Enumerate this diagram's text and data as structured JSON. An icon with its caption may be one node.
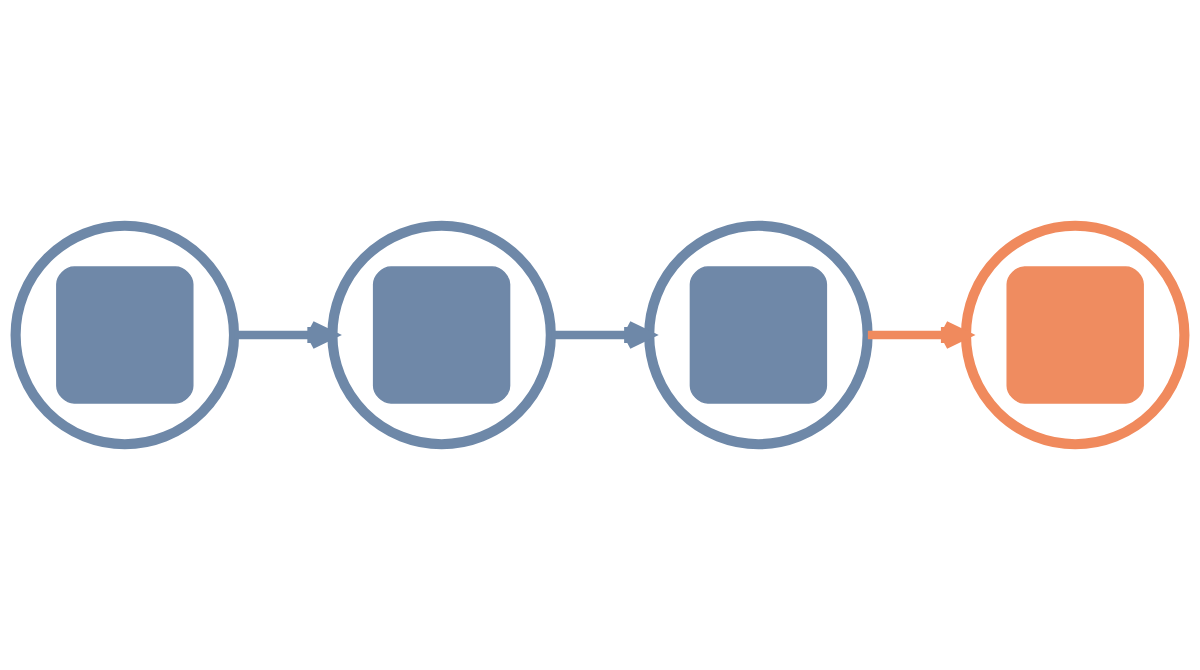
{
  "diagram": {
    "nodes": [
      {
        "text": [],
        "shape": "circle"
      },
      {
        "text": [],
        "shape": "circle"
      },
      {
        "text": [],
        "shape": "circle"
      },
      {
        "text": [],
        "shape": "circle"
      }
    ],
    "edges": [
      {
        "from": 0,
        "to": 1,
        "arrow": "to"
      },
      {
        "from": 1,
        "to": 2,
        "arrow": "to"
      },
      {
        "from": 2,
        "to": 3,
        "arrow": "to",
        "color": "#f08a5d"
      }
    ]
  }
}
